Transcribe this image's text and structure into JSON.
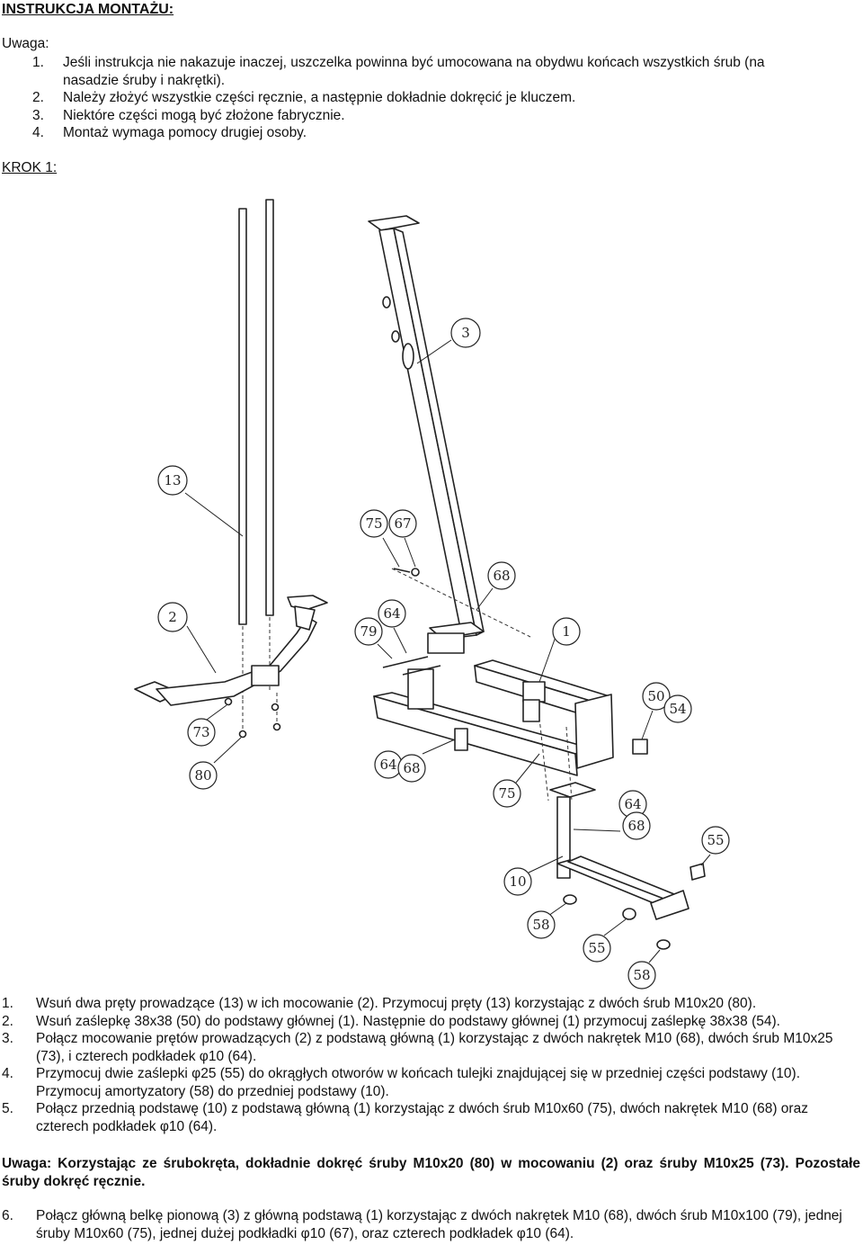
{
  "header": {
    "title": "INSTRUKCJA MONTAŻU:"
  },
  "warning": {
    "label": "Uwaga:",
    "items": [
      {
        "num": "1.",
        "text": "Jeśli instrukcja nie nakazuje inaczej, uszczelka powinna być umocowana na obydwu końcach wszystkich śrub (na nasadzie śruby i nakrętki)."
      },
      {
        "num": "2.",
        "text": "Należy złożyć wszystkie części ręcznie, a następnie dokładnie dokręcić je kluczem."
      },
      {
        "num": "3.",
        "text": "Niektóre części mogą być złożone fabrycznie."
      },
      {
        "num": "4.",
        "text": "Montaż wymaga pomocy drugiej osoby."
      }
    ]
  },
  "step_heading": "KROK 1:",
  "diagram": {
    "callouts": [
      "3",
      "13",
      "75",
      "67",
      "68",
      "2",
      "64",
      "79",
      "1",
      "50",
      "54",
      "73",
      "64",
      "68",
      "80",
      "75",
      "64",
      "68",
      "55",
      "10",
      "58",
      "55",
      "58"
    ]
  },
  "steps": [
    {
      "num": "1.",
      "text": "Wsuń dwa pręty prowadzące (13) w ich mocowanie (2). Przymocuj pręty (13) korzystając z dwóch śrub M10x20 (80)."
    },
    {
      "num": "2.",
      "text": "Wsuń zaślepkę 38x38 (50) do podstawy głównej (1). Następnie do podstawy głównej (1) przymocuj zaślepkę 38x38 (54)."
    },
    {
      "num": "3.",
      "text": "Połącz mocowanie prętów prowadzących (2) z podstawą główną (1) korzystając z dwóch nakrętek M10 (68), dwóch śrub M10x25 (73), i czterech podkładek φ10 (64)."
    },
    {
      "num": "4.",
      "text": "Przymocuj dwie zaślepki φ25 (55) do okrągłych otworów w końcach tulejki znajdującej się w przedniej części podstawy (10). Przymocuj amortyzatory (58) do przedniej podstawy (10)."
    },
    {
      "num": "5.",
      "text": "Połącz przednią podstawę (10) z podstawą główną (1) korzystając z dwóch śrub M10x60 (75), dwóch nakrętek M10 (68) oraz czterech podkładek φ10 (64)."
    }
  ],
  "note": "Uwaga: Korzystając ze śrubokręta, dokładnie dokręć śruby M10x20 (80) w mocowaniu (2) oraz śruby M10x25 (73). Pozostałe śruby dokręć ręcznie.",
  "step6": {
    "num": "6.",
    "text": "Połącz główną belkę pionową (3) z główną podstawą (1) korzystając z dwóch nakrętek M10 (68), dwóch śrub M10x100 (79), jednej śruby M10x60 (75), jednej dużej podkładki φ10 (67), oraz czterech podkładek φ10 (64)."
  }
}
